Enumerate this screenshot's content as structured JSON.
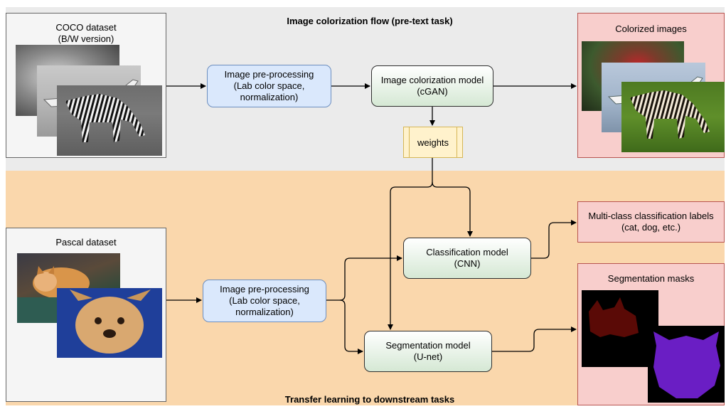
{
  "top_section": {
    "title": "Image colorization flow (pre-text task)"
  },
  "bottom_section": {
    "title": "Transfer learning to downstream tasks"
  },
  "coco_panel": {
    "title": "COCO dataset\n(B/W version)"
  },
  "pascal_panel": {
    "title": "Pascal dataset"
  },
  "colorized_panel": {
    "title": "Colorized images"
  },
  "segmentation_panel": {
    "title": "Segmentation masks"
  },
  "nodes": {
    "preprocess_top": "Image pre-processing\n(Lab color space,\nnormalization)",
    "colorization_model": "Image colorization model\n(cGAN)",
    "weights": "weights",
    "preprocess_bottom": "Image pre-processing\n(Lab color space,\nnormalization)",
    "classification_model": "Classification model\n(CNN)",
    "segmentation_model": "Segmentation model\n(U-net)",
    "classification_labels": "Multi-class classification labels\n(cat, dog, etc.)"
  },
  "colors": {
    "top_band": "#ebebeb",
    "bottom_band": "#fad7ac",
    "preprocess_fill": "#dae8fc",
    "model_fill": "#d5e8d4",
    "weights_fill": "#fff2cc",
    "output_fill": "#f8cecc",
    "mask_cat": "#5a0a06",
    "mask_dog": "#6a1ec4"
  }
}
